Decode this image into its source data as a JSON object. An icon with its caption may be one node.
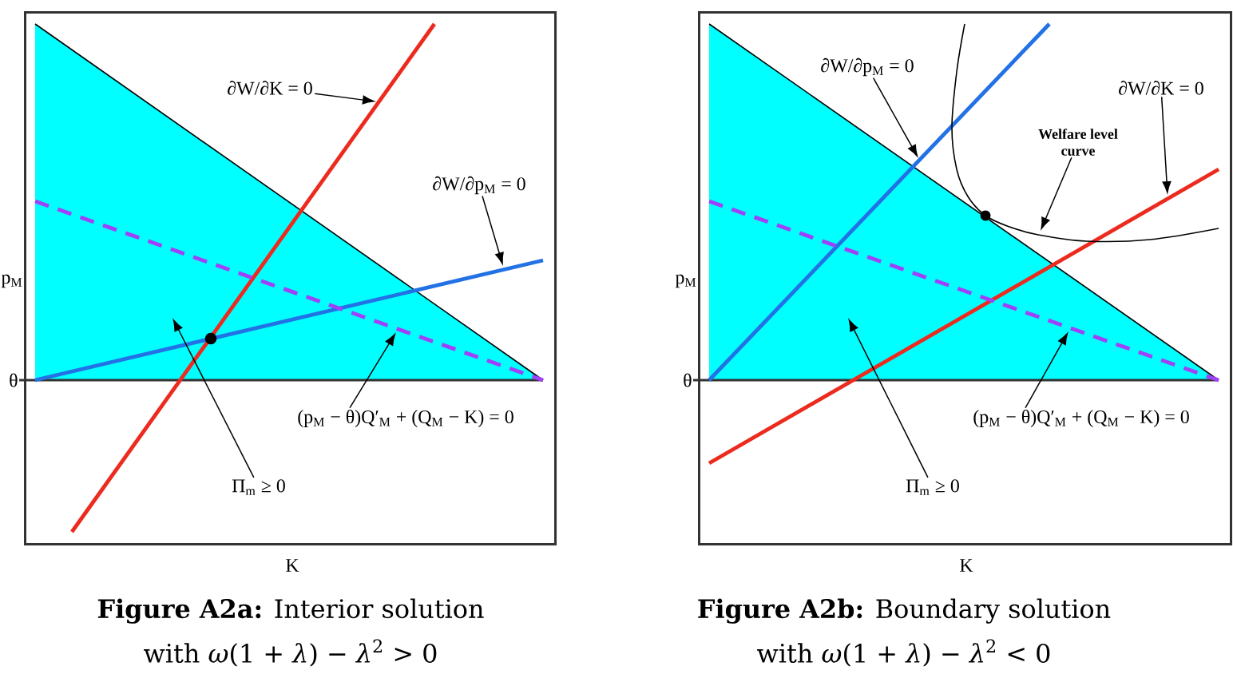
{
  "diagram": {
    "nodes": [
      {
        "text": [],
        "shape": "box",
        "beside": [
          "**Figure A2a:** Interior solution with *ω*(1 + *λ*) − *λ*$^{2}$ > 0"
        ]
      },
      {
        "text": [
          "∂W/∂K = 0"
        ],
        "in": 0
      },
      {
        "text": [
          "∂W/∂p$_{M}$ = 0"
        ],
        "in": 0
      },
      {
        "text": [
          "(p$_{M}$ − θ)Q′$_{M}$ + (Q$_{M}$ − K) = 0"
        ],
        "in": 0
      },
      {
        "text": [
          "Π$_{m}$ ≥ 0"
        ],
        "in": 0
      },
      {
        "text": [],
        "shape": "box",
        "beside": [
          "**Figure A2b:** Boundary solution with *ω*(1 + *λ*) − *λ*$^{2}$ < 0"
        ]
      },
      {
        "text": [
          "∂W/∂p$_{M}$ = 0"
        ],
        "in": 5
      },
      {
        "text": [
          "∂W/∂K = 0"
        ],
        "in": 5
      },
      {
        "text": [
          "Welfare level curve"
        ],
        "in": 5
      },
      {
        "text": [
          "(p$_{M}$ − θ)Q′$_{M}$ + (Q$_{M}$ − K) = 0"
        ],
        "in": 5
      },
      {
        "text": [
          "Π$_{m}$ ≥ 0"
        ],
        "in": 5
      }
    ],
    "edges": [
      {
        "from": 1,
        "to": null,
        "arrow": "to"
      },
      {
        "from": 2,
        "to": null,
        "arrow": "to"
      },
      {
        "from": 3,
        "to": null,
        "arrow": "to"
      },
      {
        "from": 4,
        "to": null,
        "arrow": "to"
      },
      {
        "from": 6,
        "to": null,
        "arrow": "to"
      },
      {
        "from": 7,
        "to": null,
        "arrow": "to"
      },
      {
        "from": 8,
        "to": null,
        "arrow": "to"
      },
      {
        "from": 9,
        "to": null,
        "arrow": "to"
      },
      {
        "from": 10,
        "to": null,
        "arrow": "to"
      }
    ],
    "labels": [
      "p$_{M}$",
      "θ",
      "K",
      "p$_{M}$",
      "θ",
      "K"
    ]
  }
}
